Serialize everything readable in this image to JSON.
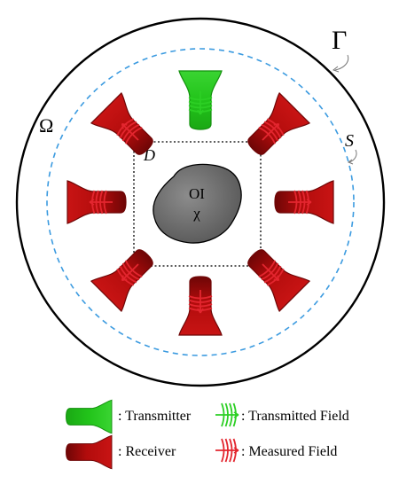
{
  "diagram": {
    "labels": {
      "gamma": "Γ",
      "omega": "Ω",
      "surface": "S",
      "domain": "D",
      "object_line1": "OI",
      "object_line2": "χ"
    },
    "legend": {
      "transmitter": ": Transmitter",
      "receiver": ": Receiver",
      "transmitted_field": ": Transmitted Field",
      "measured_field": ": Measured Field"
    },
    "antennas": {
      "count": 8,
      "transmitter_index": 6
    },
    "colors": {
      "transmitter": "#22c41a",
      "receiver": "#b20c0c",
      "receiver_dark": "#6e0606",
      "measured_field": "#e3262f",
      "transmitted_field": "#2ccf24",
      "measurement_circle": "#3c9be0",
      "object_fill": "#6d6d6d"
    }
  }
}
